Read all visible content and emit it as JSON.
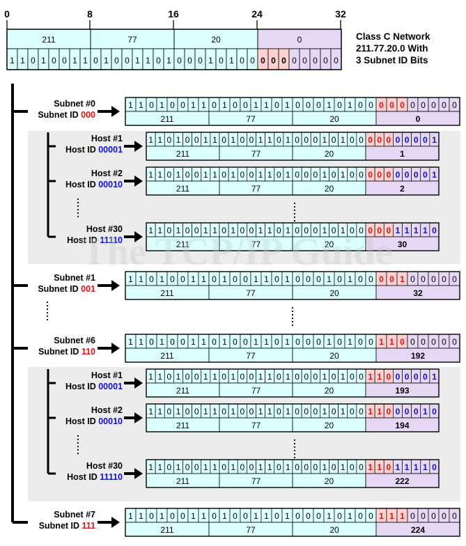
{
  "colors": {
    "cyan": "#dcffff",
    "lavender": "#e6d7f5",
    "pink": "#ffd0d0",
    "subnet_red": "#e01010",
    "host_blue": "#1010cc",
    "gray_panel": "#ececec",
    "line": "#000000"
  },
  "bit_positions": [
    "0",
    "8",
    "16",
    "24",
    "32"
  ],
  "header": {
    "octets": [
      "211",
      "77",
      "20",
      "0"
    ],
    "bits": "11010011010011010001010000000000",
    "title_lines": [
      "Class C Network",
      "211.77.20.0 With",
      "3 Subnet ID Bits"
    ]
  },
  "watermark": "The TCP/IP Guide",
  "ellipsis": ":",
  "subnets": [
    {
      "label": "Subnet #0",
      "id_prefix": "Subnet ID ",
      "id_bits": "000",
      "bits": "11010011010011010001010000000000",
      "octets": [
        "211",
        "77",
        "20",
        "0"
      ],
      "hosts": [
        {
          "label": "Host #1",
          "id_prefix": "Host ID ",
          "id_bits": "00001",
          "bits": "11010011010011010001010000000001",
          "octets": [
            "211",
            "77",
            "20",
            "1"
          ]
        },
        {
          "label": "Host #2",
          "id_prefix": "Host ID ",
          "id_bits": "00010",
          "bits": "11010011010011010001010000000001",
          "octets": [
            "211",
            "77",
            "20",
            "2"
          ]
        },
        {
          "label": "Host #30",
          "id_prefix": "Host ID ",
          "id_bits": "11110",
          "bits": "11010011010011010001010000011110",
          "octets": [
            "211",
            "77",
            "20",
            "30"
          ]
        }
      ]
    },
    {
      "label": "Subnet #1",
      "id_prefix": "Subnet ID ",
      "id_bits": "001",
      "bits": "11010011010011010001010000100000",
      "octets": [
        "211",
        "77",
        "20",
        "32"
      ],
      "hosts": []
    },
    {
      "label": "Subnet #6",
      "id_prefix": "Subnet ID ",
      "id_bits": "110",
      "bits": "11010011010011010001010011000000",
      "octets": [
        "211",
        "77",
        "20",
        "192"
      ],
      "hosts": [
        {
          "label": "Host #1",
          "id_prefix": "Host ID ",
          "id_bits": "00001",
          "bits": "11010011010011010001010011000001",
          "octets": [
            "211",
            "77",
            "20",
            "193"
          ]
        },
        {
          "label": "Host #2",
          "id_prefix": "Host ID ",
          "id_bits": "00010",
          "bits": "11010011010011010001010011000010",
          "octets": [
            "211",
            "77",
            "20",
            "194"
          ]
        },
        {
          "label": "Host #30",
          "id_prefix": "Host ID ",
          "id_bits": "11110",
          "bits": "11010011010011010001010011011110",
          "octets": [
            "211",
            "77",
            "20",
            "222"
          ]
        }
      ]
    },
    {
      "label": "Subnet #7",
      "id_prefix": "Subnet ID ",
      "id_bits": "111",
      "bits": "11010011010011010001010011100000",
      "octets": [
        "211",
        "77",
        "20",
        "224"
      ],
      "hosts": []
    }
  ]
}
